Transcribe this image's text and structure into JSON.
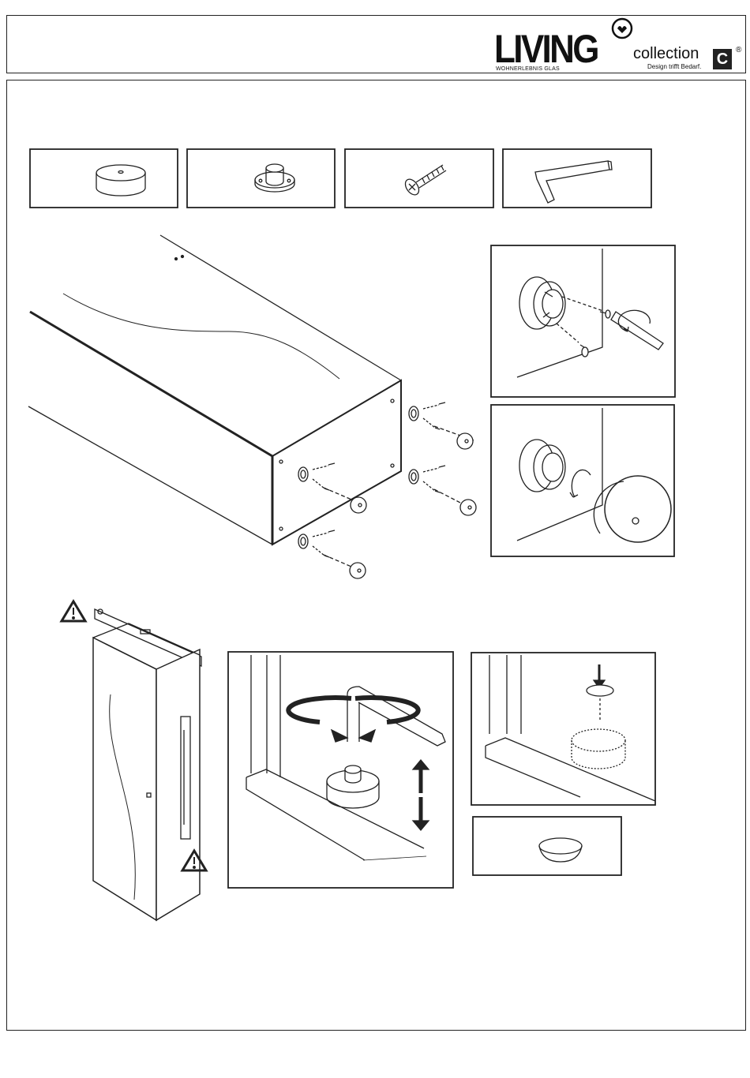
{
  "header": {
    "brand": "LIVING",
    "tagline": "WOHNERLEBNIS GLAS",
    "collection": "collection",
    "slogan": "Design trifft Bedarf.",
    "badge": "C",
    "registered": "®"
  },
  "parts": [
    {
      "icon": "round-foot-icon"
    },
    {
      "icon": "foot-mount-icon"
    },
    {
      "icon": "screw-icon"
    },
    {
      "icon": "hex-key-icon"
    }
  ],
  "icons": {
    "warning": "warning-triangle-icon",
    "cap": "cover-cap-icon"
  }
}
